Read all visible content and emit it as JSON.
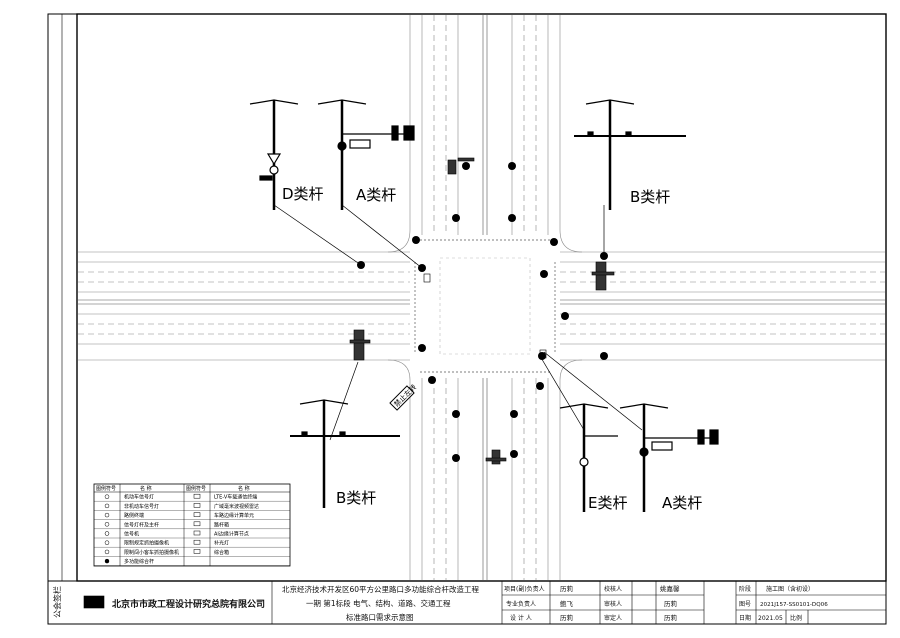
{
  "drawing": {
    "pole_labels": {
      "d_nw": "D类杆",
      "a_nw": "A类杆",
      "b_ne": "B类杆",
      "b_sw": "B类杆",
      "e_se": "E类杆",
      "a_se": "A类杆"
    },
    "sign_box": "禁止左转"
  },
  "legend": {
    "header": [
      "图例符号",
      "名 称",
      "图例符号",
      "名 称"
    ],
    "left_items": [
      "机动车信号灯",
      "非机动车信号灯",
      "路侧终端",
      "信号灯杆及主杆",
      "信号机",
      "限制规定抓拍摄像机",
      "限制闯小客车抓拍摄像机",
      "多功能综合杆"
    ],
    "right_items": [
      "LTE-V车载通信终端",
      "广域毫米波视频雷达",
      "车路边缘计算单元",
      "路杆箱",
      "AI边缘计算节点",
      "补光灯",
      "综合箱"
    ]
  },
  "title_block": {
    "company": "北京市市政工程设计研究总院有限公司",
    "side_stamp": "公会签栏",
    "project_line1": "北京经济技术开发区60平方公里路口多功能综合杆改造工程",
    "project_line2": "一期 第1标段 电气、结构、道路、交通工程",
    "drawing_title": "标准路口需求示意图",
    "role_labels": [
      "项目(副)负责人",
      "专业负责人",
      "设 计 人"
    ],
    "role_names": [
      "历莉",
      "鲍飞",
      "历莉"
    ],
    "check_labels": [
      "校核人",
      "审核人",
      "审定人"
    ],
    "check_names": [
      "姚嘉馨",
      "历莉",
      "历莉"
    ],
    "stage_label": "阶段",
    "stage_value": "施工图（含初设）",
    "number_label": "图号",
    "number_value": "2021J157-SS0101-DQ06",
    "date_label": "日期",
    "date_value": "2021.05",
    "scale_label": "比例"
  }
}
